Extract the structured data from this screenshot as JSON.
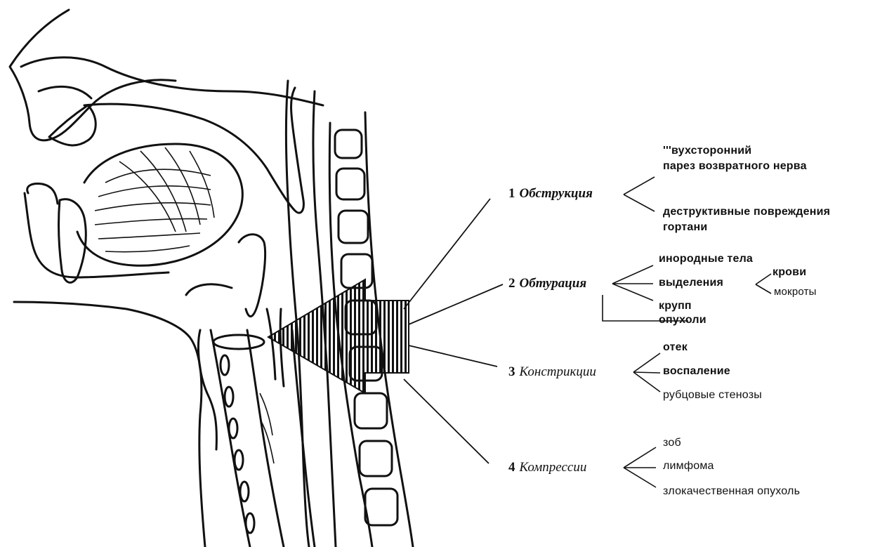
{
  "causes": [
    {
      "number": "1",
      "name": "Обструкция",
      "items": [
        "'''вухсторонний",
        "парез возвратного нерва",
        "деструктивные повреждения",
        "гортани"
      ]
    },
    {
      "number": "2",
      "name": "Обтурация",
      "items": [
        "инородные тела",
        "выделения",
        "крупп",
        "опухоли"
      ],
      "secretions": [
        "крови",
        "мокроты"
      ]
    },
    {
      "number": "3",
      "name": "Констрикции",
      "items": [
        "отек",
        "воспаление",
        "рубцовые стенозы"
      ]
    },
    {
      "number": "4",
      "name": "Компрессии",
      "items": [
        "зоб",
        "лимфома",
        "злокачественная опухоль"
      ]
    }
  ]
}
